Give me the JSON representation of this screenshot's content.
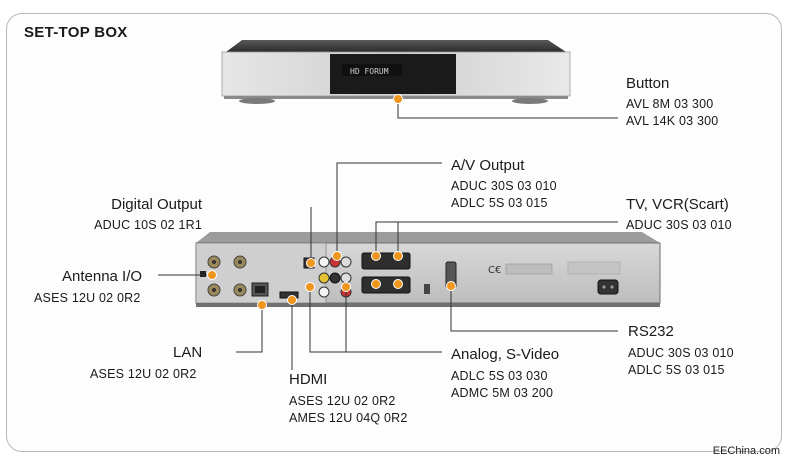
{
  "title": "SET-TOP BOX",
  "front_display_text": "HD FORUM",
  "labels": {
    "button": {
      "heading": "Button",
      "codes": [
        "AVL 8M 03 300",
        "AVL 14K 03 300"
      ]
    },
    "av_output": {
      "heading": "A/V Output",
      "codes": [
        "ADUC 30S 03 010",
        "ADLC 5S 03 015"
      ]
    },
    "digital_output": {
      "heading": "Digital Output",
      "codes": [
        "ADUC 10S 02 1R1"
      ]
    },
    "tv_vcr": {
      "heading": "TV, VCR(Scart)",
      "codes": [
        "ADUC 30S 03 010"
      ]
    },
    "antenna": {
      "heading": "Antenna I/O",
      "codes": [
        "ASES 12U 02 0R2"
      ]
    },
    "rs232": {
      "heading": "RS232",
      "codes": [
        "ADUC 30S 03 010",
        "ADLC 5S 03 015"
      ]
    },
    "lan": {
      "heading": "LAN",
      "codes": [
        "ASES 12U 02 0R2"
      ]
    },
    "analog": {
      "heading": "Analog, S-Video",
      "codes": [
        "ADLC 5S 03 030",
        "ADMC 5M 03 200"
      ]
    },
    "hdmi": {
      "heading": "HDMI",
      "codes": [
        "ASES 12U 02 0R2",
        "AMES 12U 04Q 0R2"
      ]
    }
  },
  "watermark": "EEChina.com",
  "colors": {
    "marker": "#f0961e",
    "line": "#333333",
    "chassis": "#3a3a3a",
    "silver": "#d4d4d4"
  }
}
